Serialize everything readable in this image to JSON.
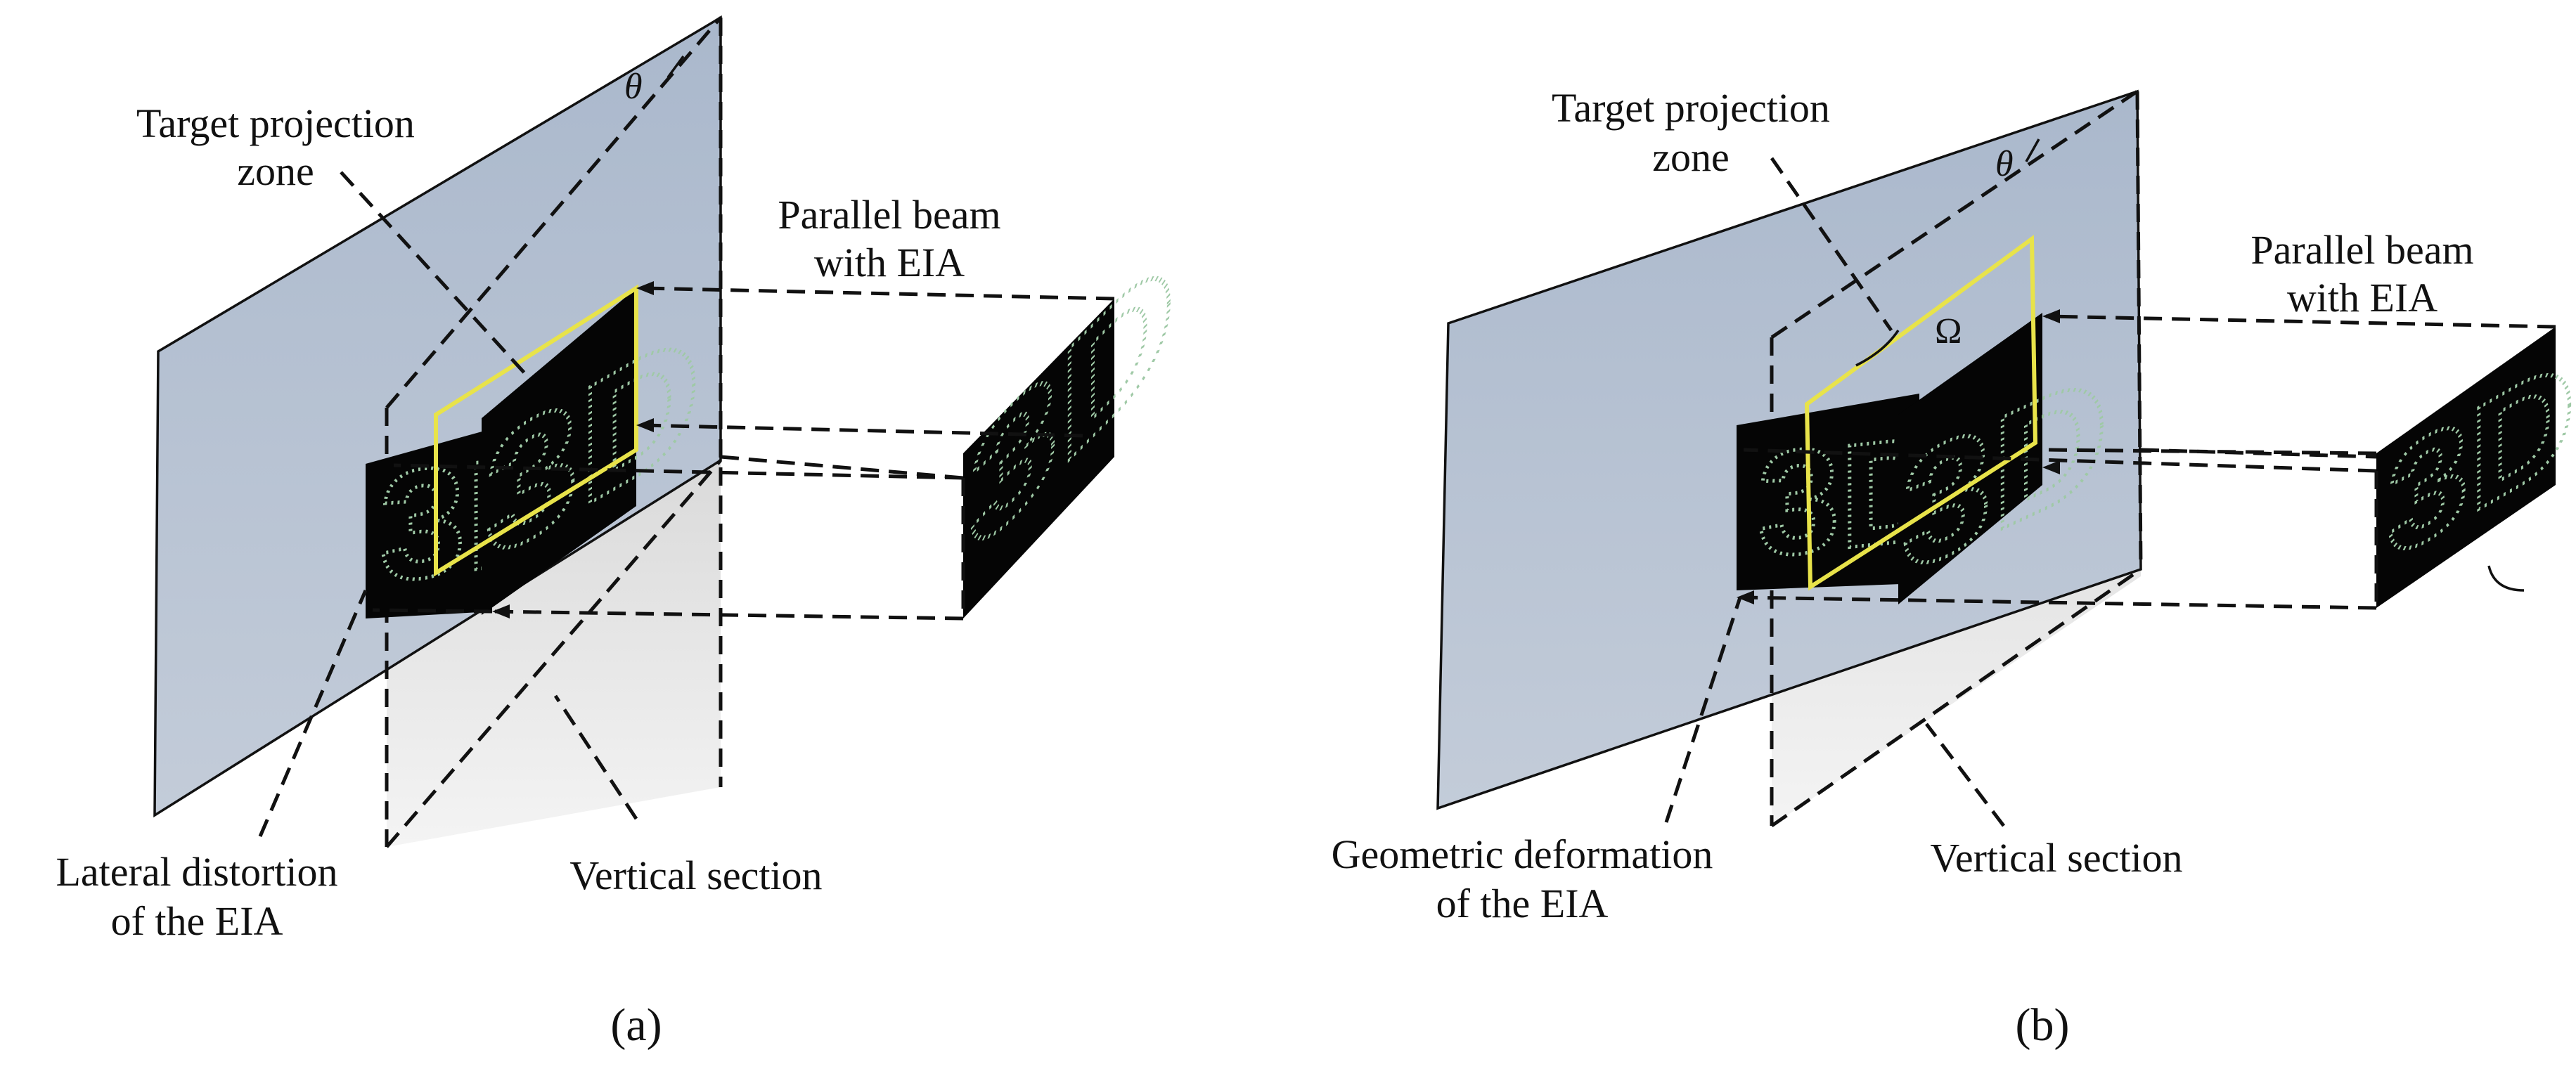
{
  "panel_a": {
    "caption": "(a)",
    "target_zone": {
      "line1": "Target projection",
      "line2": "zone"
    },
    "beam": {
      "line1": "Parallel beam",
      "line2": "with EIA"
    },
    "distortion": {
      "line1": "Lateral distortion",
      "line2": "of the EIA"
    },
    "section": "Vertical section",
    "angle": "θ",
    "eia_text": "3D"
  },
  "panel_b": {
    "caption": "(b)",
    "target_zone": {
      "line1": "Target projection",
      "line2": "zone"
    },
    "beam": {
      "line1": "Parallel beam",
      "line2": "with EIA"
    },
    "distortion": {
      "line1": "Geometric deformation",
      "line2": "of the EIA"
    },
    "section": "Vertical section",
    "angle": "θ",
    "omega": "Ω",
    "eia_text": "3D"
  },
  "colors": {
    "plane_fill": "#b9c5d6",
    "section_fill": "#e2e2e2",
    "eia_background": "#000000",
    "eia_pattern": "#9fc9a6",
    "target_outline": "#e8e34a"
  }
}
